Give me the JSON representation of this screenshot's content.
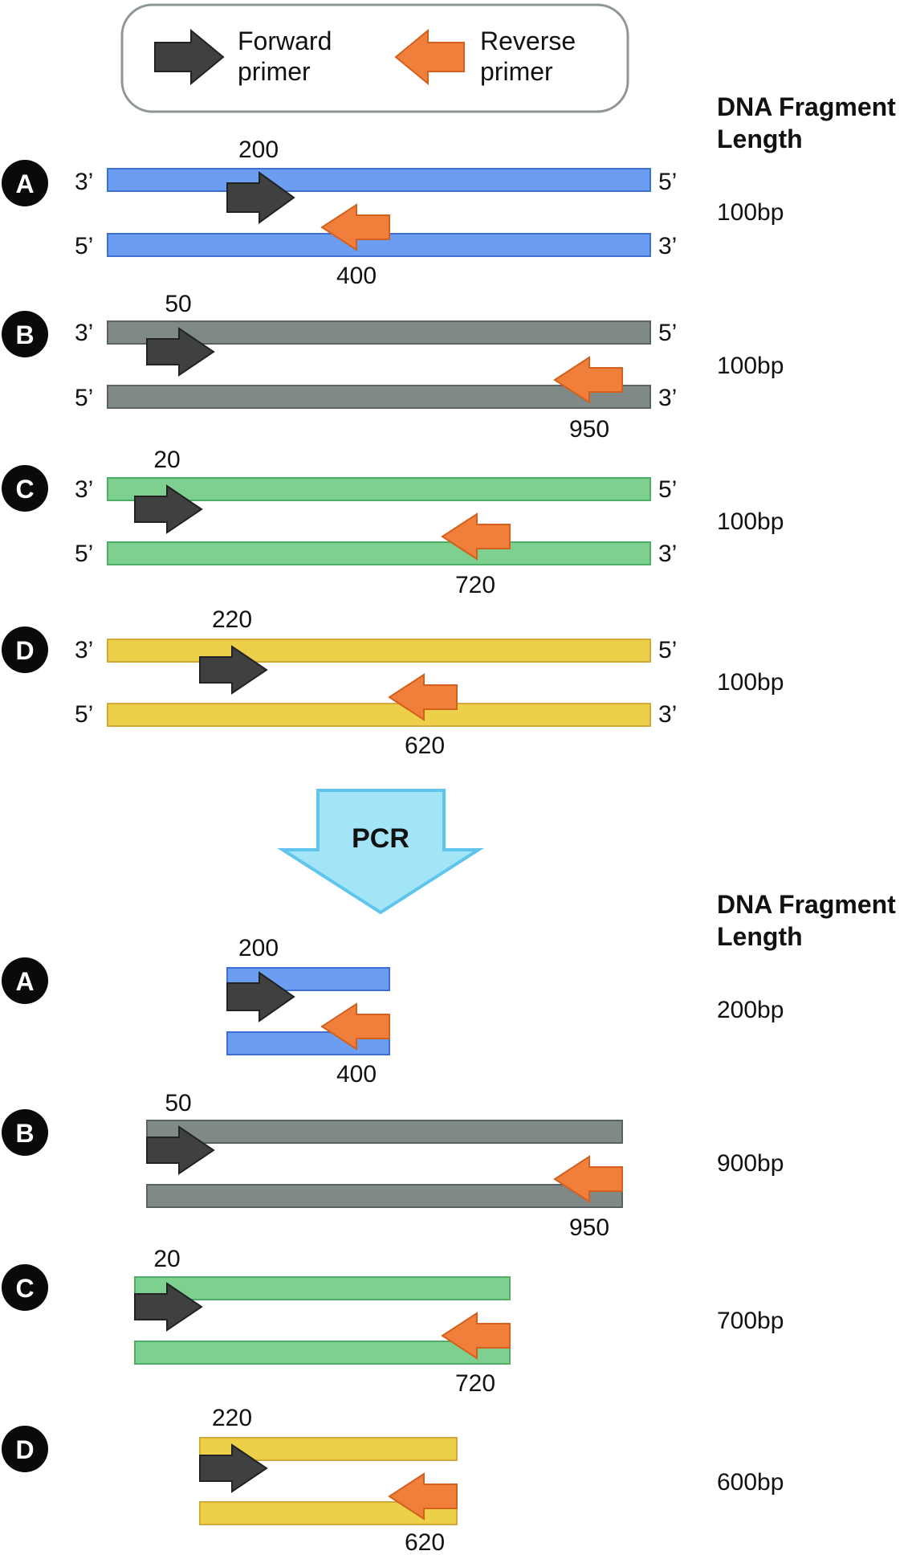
{
  "legend": {
    "forward_label_line1": "Forward",
    "forward_label_line2": "primer",
    "reverse_label_line1": "Reverse",
    "reverse_label_line2": "primer",
    "forward_color": "#3f4141",
    "reverse_color": "#f07f3c"
  },
  "column_header": {
    "line1": "DNA Fragment",
    "line2": "Length"
  },
  "strand_ends": {
    "top_left": "3’",
    "top_right": "5’",
    "bottom_left": "5’",
    "bottom_right": "3’"
  },
  "process_arrow": {
    "label": "PCR",
    "fill_color": "#a3e4f7",
    "stroke_color": "#5fc5ec"
  },
  "before_pcr": [
    {
      "id": "A",
      "forward_position": "200",
      "reverse_position": "400",
      "length": "100bp",
      "fill": "#6b9ef0",
      "stroke": "#3f6fd0"
    },
    {
      "id": "B",
      "forward_position": "50",
      "reverse_position": "950",
      "length": "100bp",
      "fill": "#7f8a88",
      "stroke": "#5a6361"
    },
    {
      "id": "C",
      "forward_position": "20",
      "reverse_position": "720",
      "length": "100bp",
      "fill": "#7dd08f",
      "stroke": "#4fae63"
    },
    {
      "id": "D",
      "forward_position": "220",
      "reverse_position": "620",
      "length": "100bp",
      "fill": "#ecd04a",
      "stroke": "#d3a93a"
    }
  ],
  "after_pcr": [
    {
      "id": "A",
      "forward_position": "200",
      "reverse_position": "400",
      "length": "200bp"
    },
    {
      "id": "B",
      "forward_position": "50",
      "reverse_position": "950",
      "length": "900bp"
    },
    {
      "id": "C",
      "forward_position": "20",
      "reverse_position": "720",
      "length": "700bp"
    },
    {
      "id": "D",
      "forward_position": "220",
      "reverse_position": "620",
      "length": "600bp"
    }
  ]
}
